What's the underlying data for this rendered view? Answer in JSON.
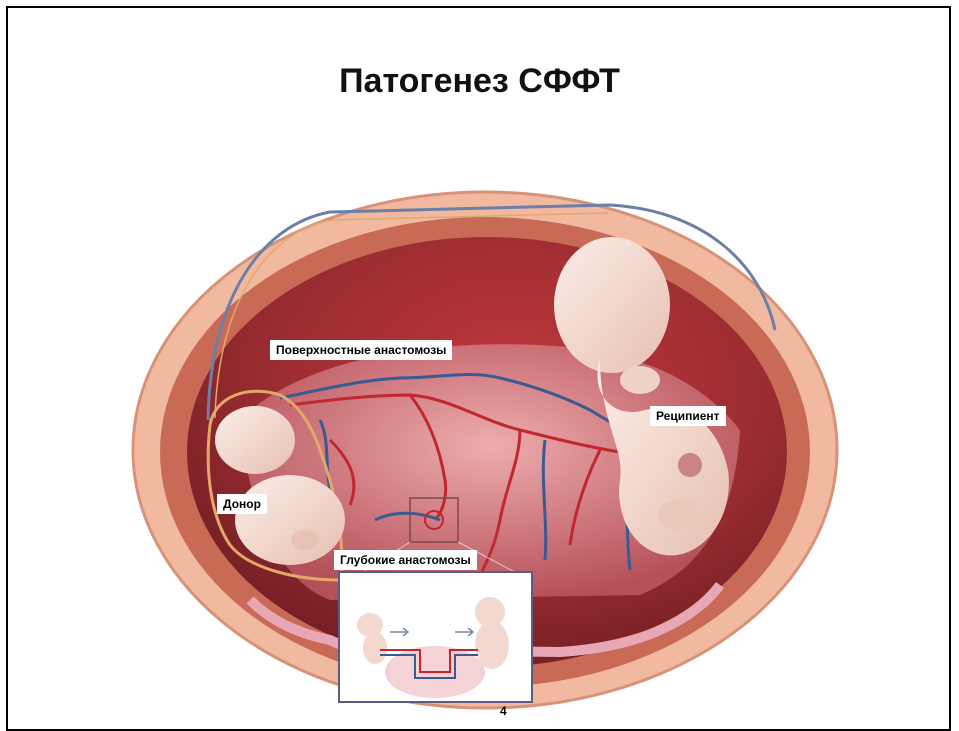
{
  "slide": {
    "title": "Патогенез СФФТ",
    "page_number": "4"
  },
  "labels": {
    "surface_anastomoses": "Поверхностные анастомозы",
    "recipient": "Реципиент",
    "donor": "Донор",
    "deep_anastomoses": "Глубокие анастомозы"
  },
  "colors": {
    "uterus_outer": "#f0b9a0",
    "uterus_wall": "#c96a57",
    "cavity": "#9c2f33",
    "placenta": "#d4838a",
    "fetus": "#f5ddd3",
    "artery": "#c0282d",
    "vein": "#3a5a94"
  }
}
